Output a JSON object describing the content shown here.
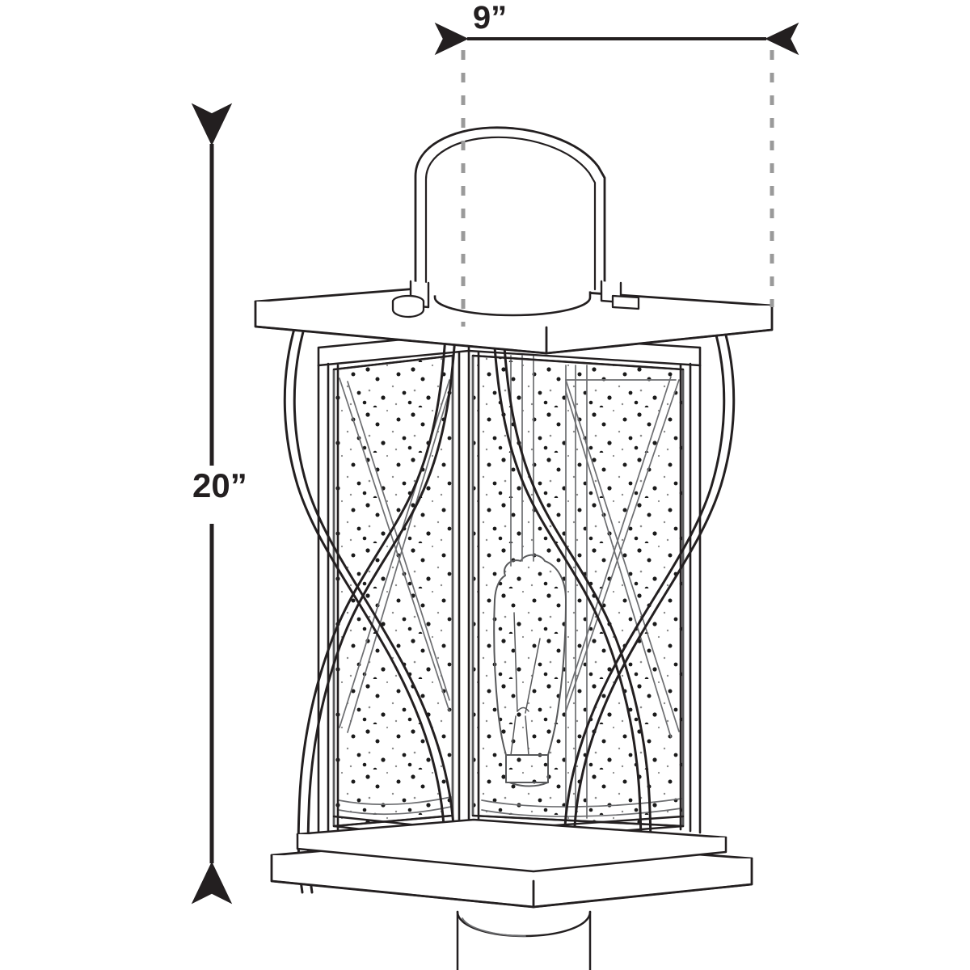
{
  "diagram": {
    "kind": "product-dimension-drawing",
    "subject": "outdoor post-mount lantern",
    "background_color": "#ffffff",
    "line_color": "#231f20",
    "thin_line_color": "#58595b",
    "dashed_guide_color": "#9a9a9a",
    "dimensions": {
      "width": {
        "label": "9”",
        "orientation": "horizontal",
        "arrow_style": "double-headed",
        "guides": "dashed vertical extension lines"
      },
      "height": {
        "label": "20”",
        "orientation": "vertical",
        "arrow_style": "double-headed",
        "guides": "none"
      }
    },
    "parts": [
      {
        "name": "handle-bail",
        "description": "arched strap handle"
      },
      {
        "name": "finial-cap",
        "description": "cylindrical cap with small knob"
      },
      {
        "name": "top-plate",
        "description": "square flat roof plate in perspective"
      },
      {
        "name": "corner-post",
        "description": "vertical square frame post"
      },
      {
        "name": "cross-brace",
        "description": "curved X shaped strap bracing"
      },
      {
        "name": "glass-panel",
        "description": "clear seeded glass panel"
      },
      {
        "name": "edison-bulb",
        "description": "ST style filament bulb"
      },
      {
        "name": "base-plate",
        "description": "square base slab"
      },
      {
        "name": "post-collar",
        "description": "cylindrical post fitter below base"
      }
    ]
  },
  "chart_data": {
    "type": "table",
    "title": "Lantern overall dimensions",
    "categories": [
      "Width",
      "Height"
    ],
    "values": [
      9,
      20
    ],
    "units": "inches",
    "tick_labels": [
      "9”",
      "20”"
    ]
  }
}
